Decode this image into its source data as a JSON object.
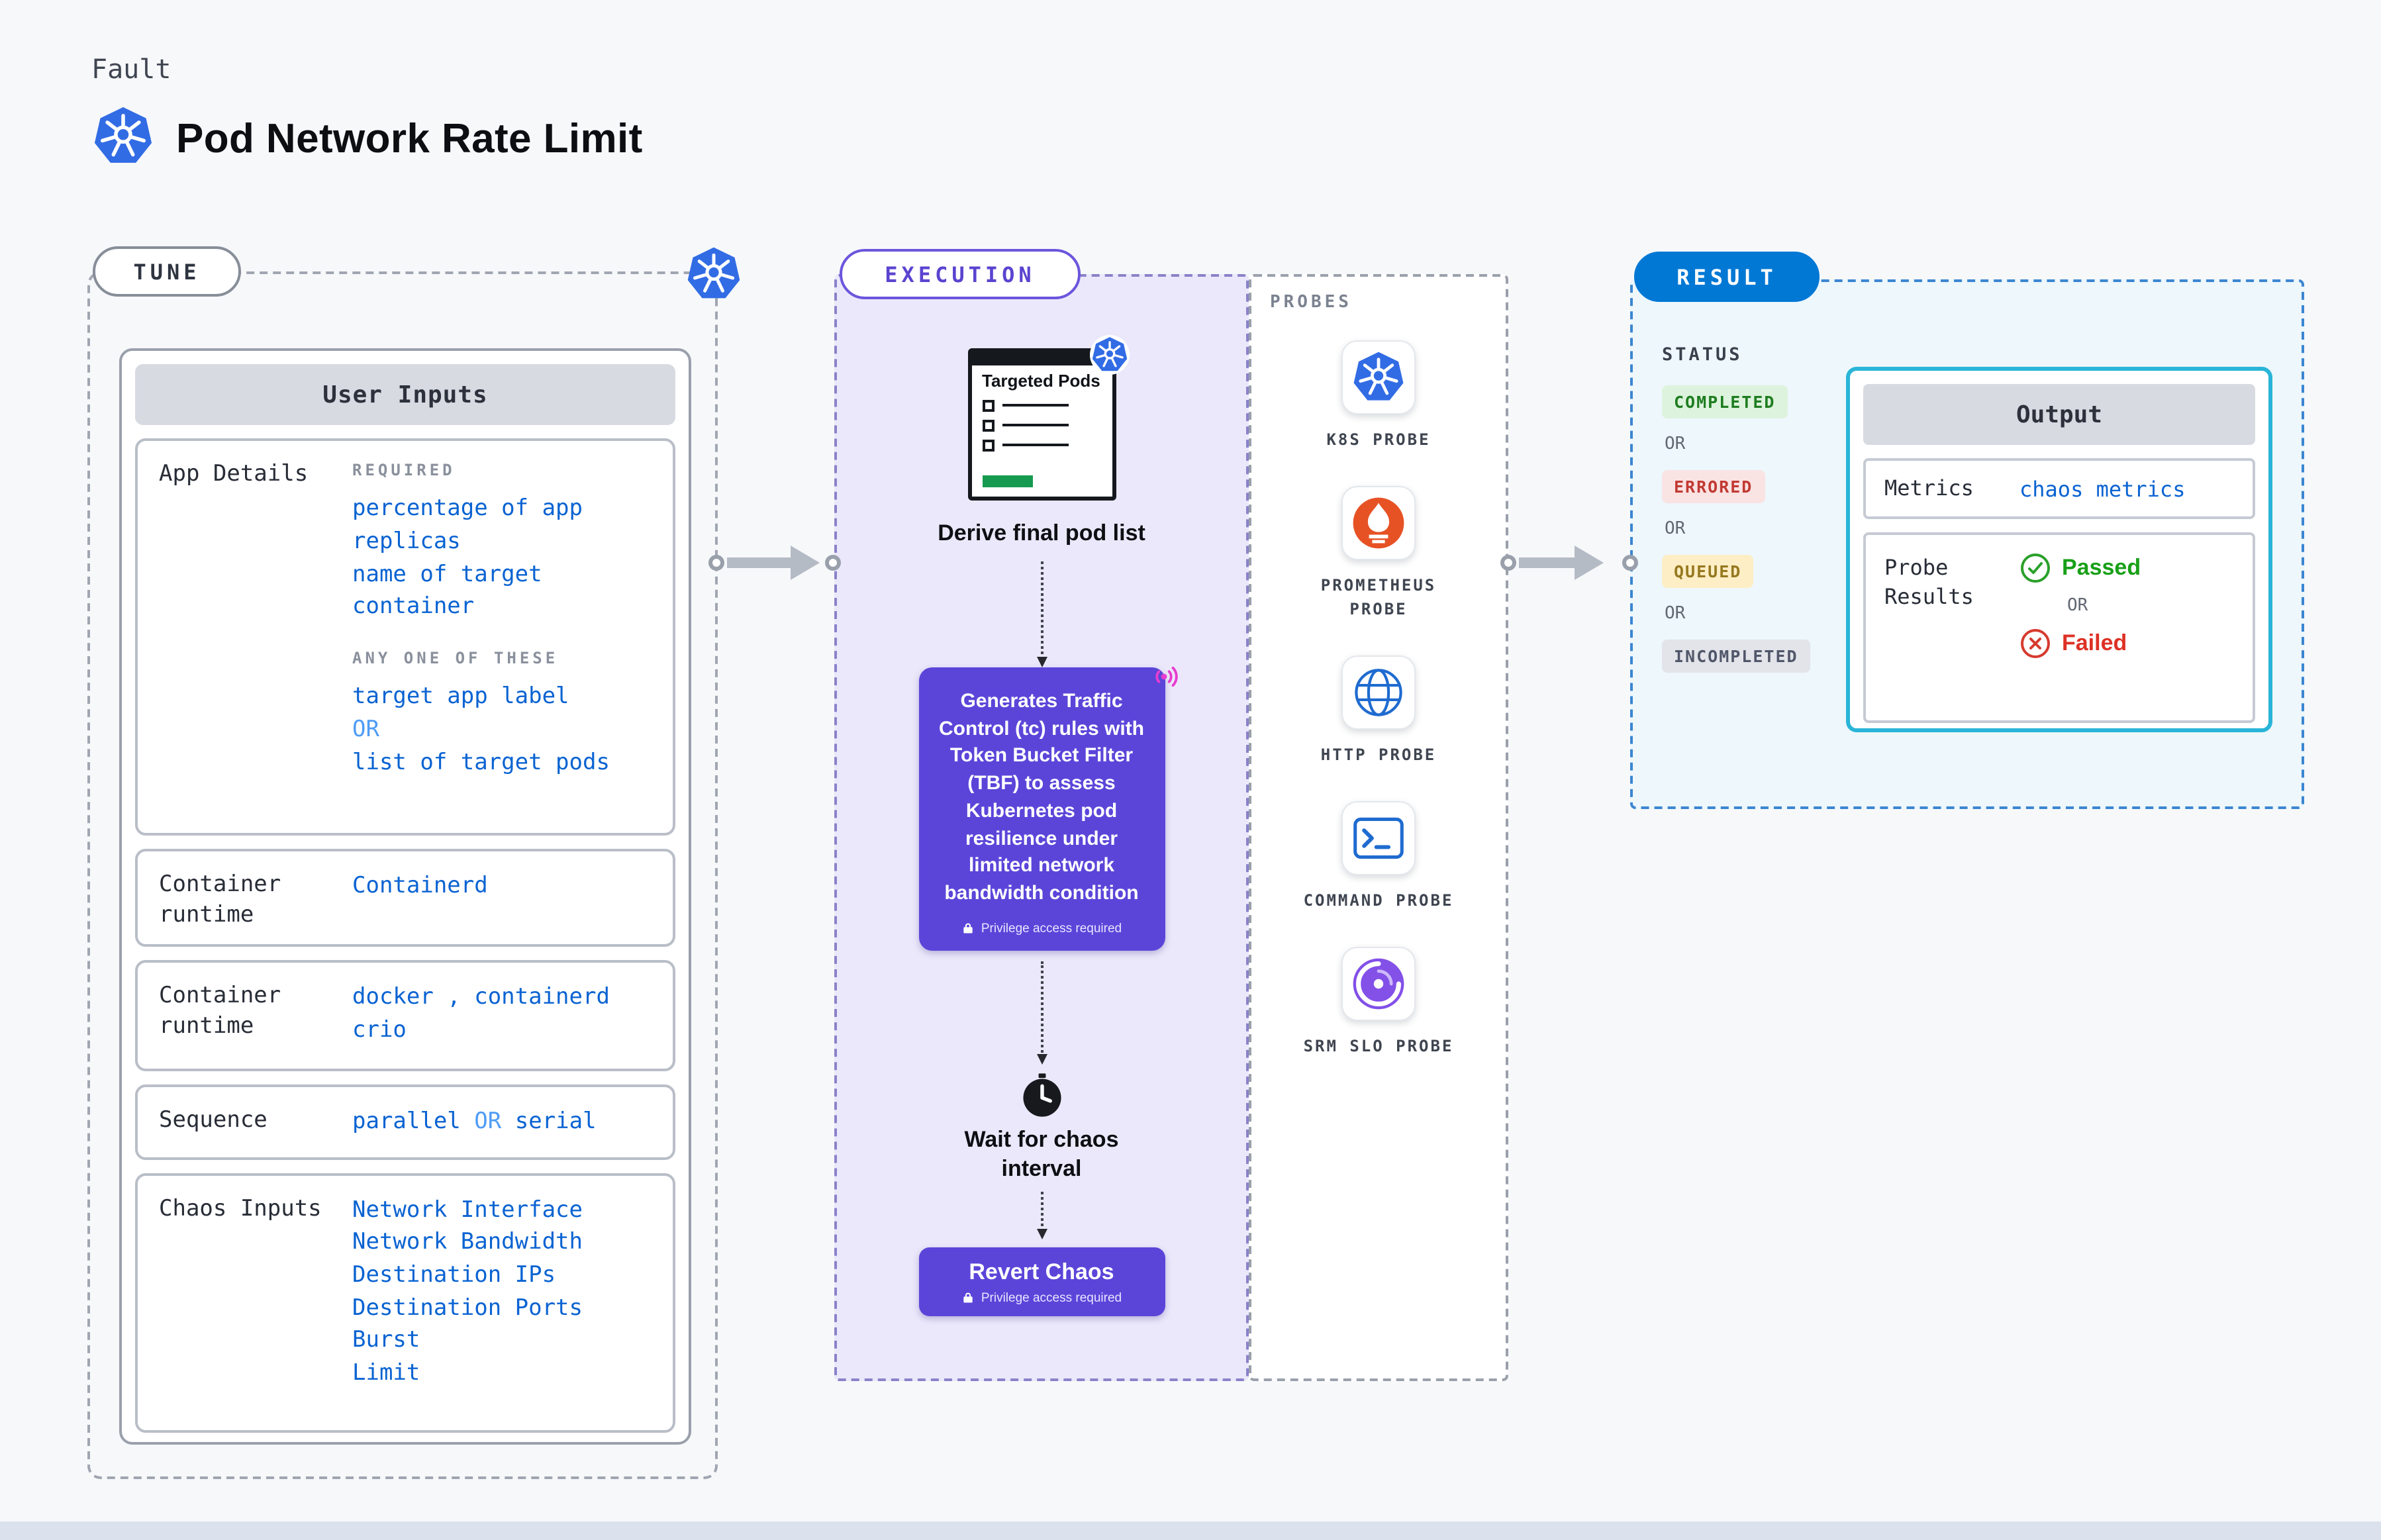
{
  "header": {
    "eyebrow": "Fault",
    "title": "Pod Network Rate Limit"
  },
  "tune": {
    "label": "TUNE",
    "user_inputs_title": "User Inputs",
    "app_details": {
      "label": "App Details",
      "required_label": "REQUIRED",
      "required_item_1": "percentage of app replicas",
      "required_item_2": "name of target container",
      "any_one_label": "ANY ONE OF THESE",
      "any_item_1": "target app label",
      "or_label": "OR",
      "any_item_2": "list of target pods"
    },
    "container_runtime_1": {
      "label": "Container runtime",
      "value": "Containerd"
    },
    "container_runtime_2": {
      "label": "Container runtime",
      "value_line_1": "docker , containerd",
      "value_line_2": "crio"
    },
    "sequence": {
      "label": "Sequence",
      "value_1": "parallel",
      "or_label": "OR",
      "value_2": "serial"
    },
    "chaos_inputs": {
      "label": "Chaos Inputs",
      "values": [
        "Network Interface",
        "Network Bandwidth",
        "Destination IPs",
        "Destination Ports",
        "Burst",
        "Limit"
      ]
    }
  },
  "execution": {
    "label": "EXECUTION",
    "targeted_pods_caption": "Targeted Pods",
    "derive_caption": "Derive final pod list",
    "action_text": "Generates Traffic Control (tc) rules with Token Bucket Filter (TBF) to assess Kubernetes pod resilience under limited network bandwidth condition",
    "privilege_label": "Privilege access required",
    "wait_caption": "Wait for chaos interval",
    "revert_label": "Revert Chaos"
  },
  "probes": {
    "label": "PROBES",
    "items": [
      {
        "label": "K8S PROBE",
        "icon": "k8s-probe-icon"
      },
      {
        "label": "PROMETHEUS PROBE",
        "icon": "prometheus-probe-icon"
      },
      {
        "label": "HTTP PROBE",
        "icon": "http-probe-icon"
      },
      {
        "label": "COMMAND PROBE",
        "icon": "command-probe-icon"
      },
      {
        "label": "SRM SLO PROBE",
        "icon": "srm-slo-probe-icon"
      }
    ]
  },
  "result": {
    "label": "RESULT",
    "status_label": "STATUS",
    "or_label": "OR",
    "statuses": [
      "COMPLETED",
      "ERRORED",
      "QUEUED",
      "INCOMPLETED"
    ],
    "output": {
      "title": "Output",
      "metrics_label": "Metrics",
      "metrics_value": "chaos metrics",
      "probe_results_label": "Probe Results",
      "passed_label": "Passed",
      "or_label": "OR",
      "failed_label": "Failed"
    }
  },
  "colors": {
    "accent_blue": "#0278d5",
    "link_blue": "#0a63d2",
    "purple": "#5b45d9",
    "passed_green": "#18a018",
    "failed_red": "#de3125",
    "output_border_cyan": "#29b5d8"
  }
}
